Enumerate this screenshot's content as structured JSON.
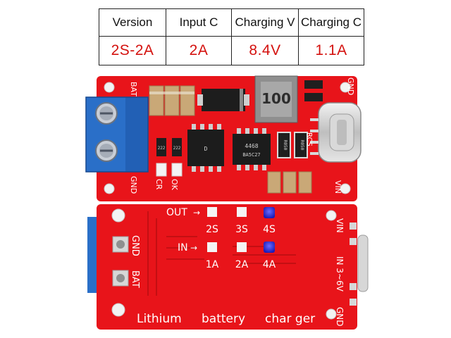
{
  "spec_table": {
    "headers": [
      "Version",
      "Input C",
      "Charging V",
      "Charging C"
    ],
    "values": [
      "2S-2A",
      "2A",
      "8.4V",
      "1.1A"
    ]
  },
  "top_board": {
    "inductor_marking": "100",
    "labels": {
      "bat": "BAT",
      "gnd_left": "GND",
      "gnd_top_right": "GND",
      "vin": "VIN",
      "rcs": "RCS",
      "cr": "CR",
      "ok": "OK",
      "res1": "222",
      "res2": "222",
      "res_r050a": "R050",
      "res_r050b": "R050",
      "chip_left": "D",
      "chip_right": "4468",
      "chip_right_sub": "BA5C27"
    }
  },
  "bottom_board": {
    "labels": {
      "out": "OUT",
      "in": "IN",
      "out_opts": [
        "2S",
        "3S",
        "4S"
      ],
      "in_opts": [
        "1A",
        "2A",
        "4A"
      ],
      "gnd_left": "GND",
      "bat_left": "BAT",
      "vin": "VIN",
      "gnd_right": "GND",
      "range": "IN 3~6V",
      "footer": [
        "Lithium",
        "battery",
        "char ger"
      ]
    }
  },
  "colors": {
    "pcb": "#e8141a",
    "terminal": "#2a6fc8",
    "accent_text": "#d4120f",
    "led_blue": "#2b2bd8"
  }
}
